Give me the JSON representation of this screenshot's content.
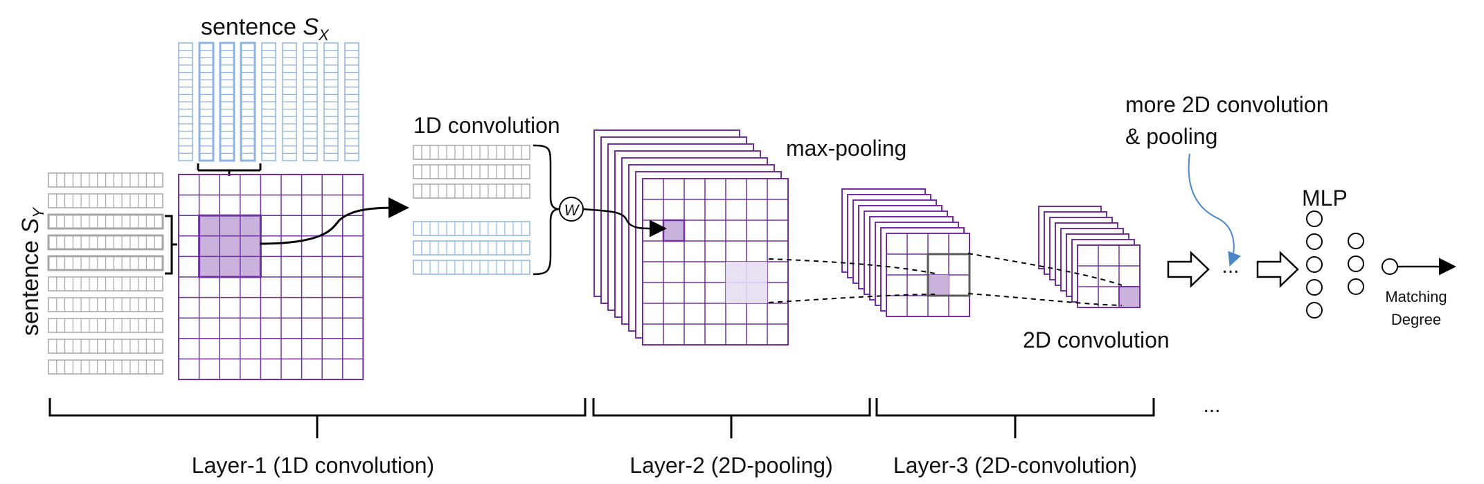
{
  "labels": {
    "sentence_x": "sentence",
    "sentence_x_sub": "X",
    "sentence_y": "sentence",
    "sentence_y_sub": "Y",
    "S": "S",
    "conv1d": "1D  convolution",
    "weight": "W",
    "maxpool": "max-pooling",
    "conv2d": "2D  convolution",
    "more_line1": "more 2D  convolution",
    "more_line2": "&  pooling",
    "ellipsis_mid": "...",
    "ellipsis_bottom": "...",
    "mlp": "MLP",
    "matching_line1": "Matching",
    "matching_line2": "Degree"
  },
  "layers": [
    "Layer-1  (1D convolution)",
    "Layer-2   (2D-pooling)",
    "Layer-3   (2D-convolution)"
  ],
  "colors": {
    "purple": "#7030a0",
    "purple_fill": "#c9b3dd",
    "purple_light": "#e7ddf0",
    "blue": "#8db3e2",
    "blue_arrow": "#4a86c8",
    "gray": "#a6a6a6",
    "black": "#000000"
  }
}
